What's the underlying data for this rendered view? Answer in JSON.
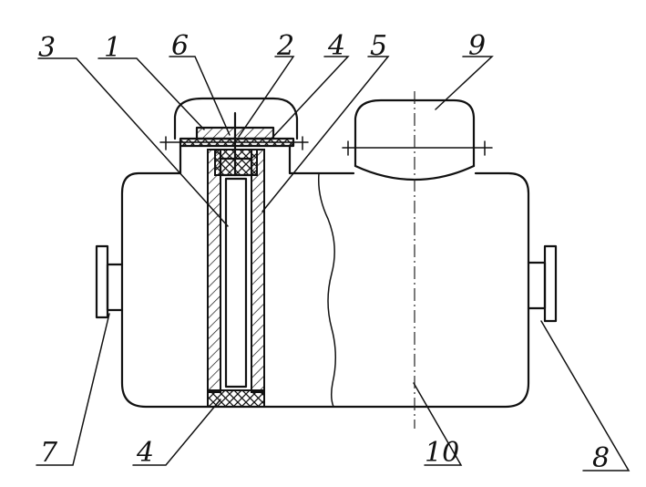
{
  "labels": {
    "part_1": "1",
    "part_2": "2",
    "part_3": "3",
    "part_4_top": "4",
    "part_4_bottom": "4",
    "part_5": "5",
    "part_6": "6",
    "part_7": "7",
    "part_8": "8",
    "part_9": "9",
    "part_10": "10"
  }
}
